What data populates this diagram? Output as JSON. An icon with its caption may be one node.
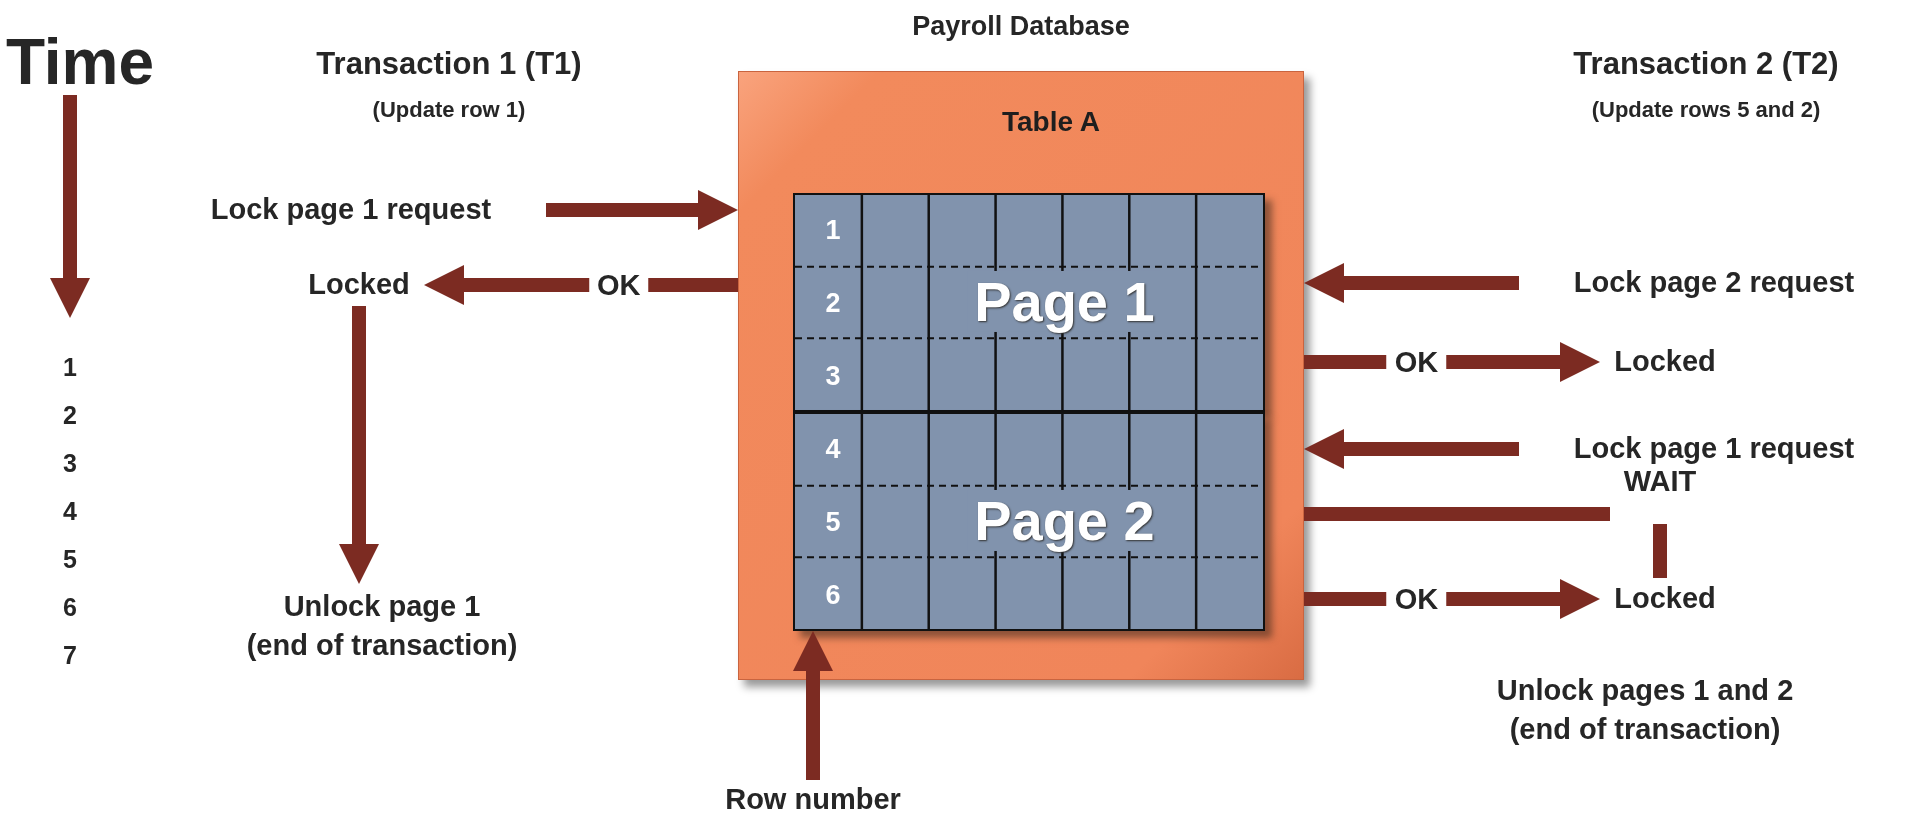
{
  "diagram": {
    "nodes": [
      {
        "text": [
          "Payroll Database",
          "Table A"
        ]
      },
      {
        "text": [
          "Page 1"
        ],
        "in": 0
      },
      {
        "text": [
          "Page 2"
        ],
        "in": 0
      },
      {
        "text": [
          "Lock page 1 request"
        ]
      },
      {
        "text": [
          "Locked"
        ]
      },
      {
        "text": [
          "Unlock page 1 (end of transaction)"
        ]
      },
      {
        "text": [
          "Lock page 2 request"
        ]
      },
      {
        "text": [
          "Locked"
        ]
      },
      {
        "text": [
          "Lock page 1 request"
        ]
      },
      {
        "text": [
          "WAIT"
        ]
      },
      {
        "text": [
          "Locked"
        ]
      },
      {
        "text": [
          "Row number"
        ]
      }
    ],
    "edges": [
      {
        "from": 3,
        "to": 0,
        "arrow": "to"
      },
      {
        "from": 0,
        "to": 4,
        "arrow": "to",
        "label": "OK"
      },
      {
        "from": 4,
        "to": 5,
        "arrow": "to"
      },
      {
        "from": 6,
        "to": 0,
        "arrow": "to"
      },
      {
        "from": 0,
        "to": 7,
        "arrow": "to",
        "label": "OK"
      },
      {
        "from": 8,
        "to": 0,
        "arrow": "to"
      },
      {
        "from": 0,
        "to": 9,
        "arrow": "none"
      },
      {
        "from": 9,
        "to": 10,
        "arrow": "none"
      },
      {
        "from": 0,
        "to": 10,
        "arrow": "to",
        "label": "OK"
      },
      {
        "from": 11,
        "to": 2,
        "arrow": "to"
      }
    ],
    "labels": [
      "Time",
      "Transaction 1 (T1)",
      "(Update row 1)",
      "Transaction 2 (T2)",
      "(Update rows 5 and 2)",
      "1",
      "2",
      "3",
      "4",
      "5",
      "6",
      "1",
      "2",
      "3",
      "4",
      "5",
      "6",
      "7",
      "Unlock pages 1 and 2 (end of transaction)"
    ]
  }
}
